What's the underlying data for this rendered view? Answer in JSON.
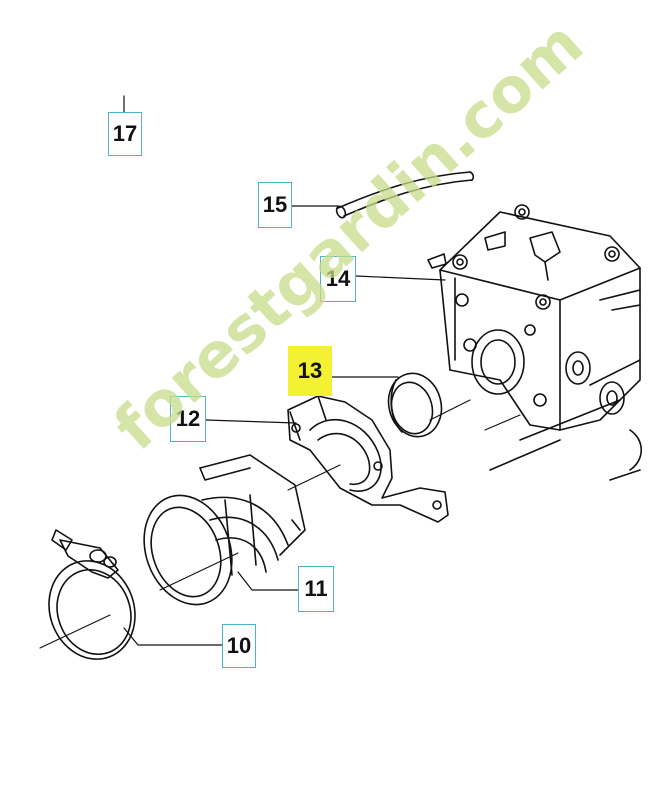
{
  "callouts": [
    {
      "label": "17",
      "highlight": false
    },
    {
      "label": "15",
      "highlight": false
    },
    {
      "label": "14",
      "highlight": false
    },
    {
      "label": "13",
      "highlight": true
    },
    {
      "label": "12",
      "highlight": false
    },
    {
      "label": "11",
      "highlight": false
    },
    {
      "label": "10",
      "highlight": false
    }
  ],
  "watermark": {
    "text": "forestgardin.com"
  },
  "colors": {
    "callout_border": "#4fb3c8",
    "highlight": "#f4f032",
    "watermark": "#c8dc8a"
  }
}
